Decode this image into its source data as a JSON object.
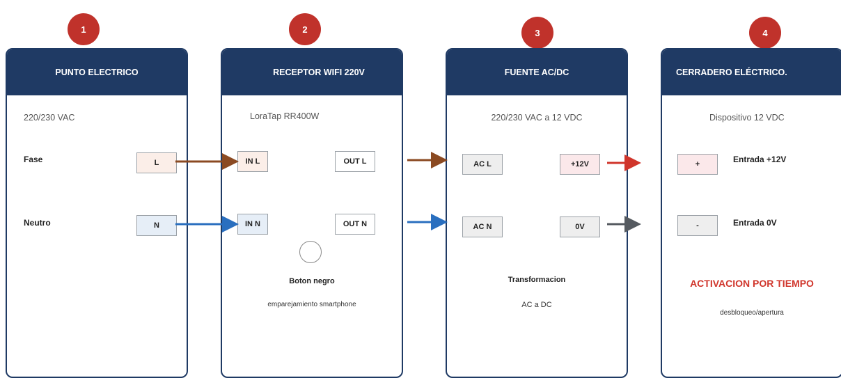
{
  "badges": [
    "1",
    "2",
    "3",
    "4"
  ],
  "panels": [
    {
      "title": "PUNTO ELECTRICO",
      "subtitle": "220/230 VAC",
      "rows": [
        {
          "label": "Fase",
          "box": "L"
        },
        {
          "label": "Neutro",
          "box": "N"
        }
      ]
    },
    {
      "title": "RECEPTOR WIFI 220V",
      "subtitle": "LoraTap RR400W",
      "in_l": "IN L",
      "out_l": "OUT L",
      "in_n": "IN N",
      "out_n": "OUT N",
      "button_label": "Boton negro",
      "button_desc": "emparejamiento smartphone"
    },
    {
      "title": "FUENTE AC/DC",
      "subtitle": "220/230 VAC a 12 VDC",
      "ac_l": "AC L",
      "plus12": "+12V",
      "ac_n": "AC N",
      "zero_v": "0V",
      "footer_title": "Transformacion",
      "footer_desc": "AC a DC"
    },
    {
      "title": "CERRADERO ELÉCTRICO.",
      "subtitle": "Dispositivo 12 VDC",
      "plus": "+",
      "plus_label": "Entrada +12V",
      "minus": "-",
      "minus_label": "Entrada 0V",
      "activation": "ACTIVACION POR TIEMPO",
      "activation_desc": "desbloqueo/apertura"
    }
  ],
  "colors": {
    "header": "#1f3a64",
    "badge": "#c0322b",
    "phase_wire": "#8b4a22",
    "neutral_wire": "#2a6fbf",
    "positive_wire": "#d0352b",
    "ground_wire": "#555a60"
  }
}
